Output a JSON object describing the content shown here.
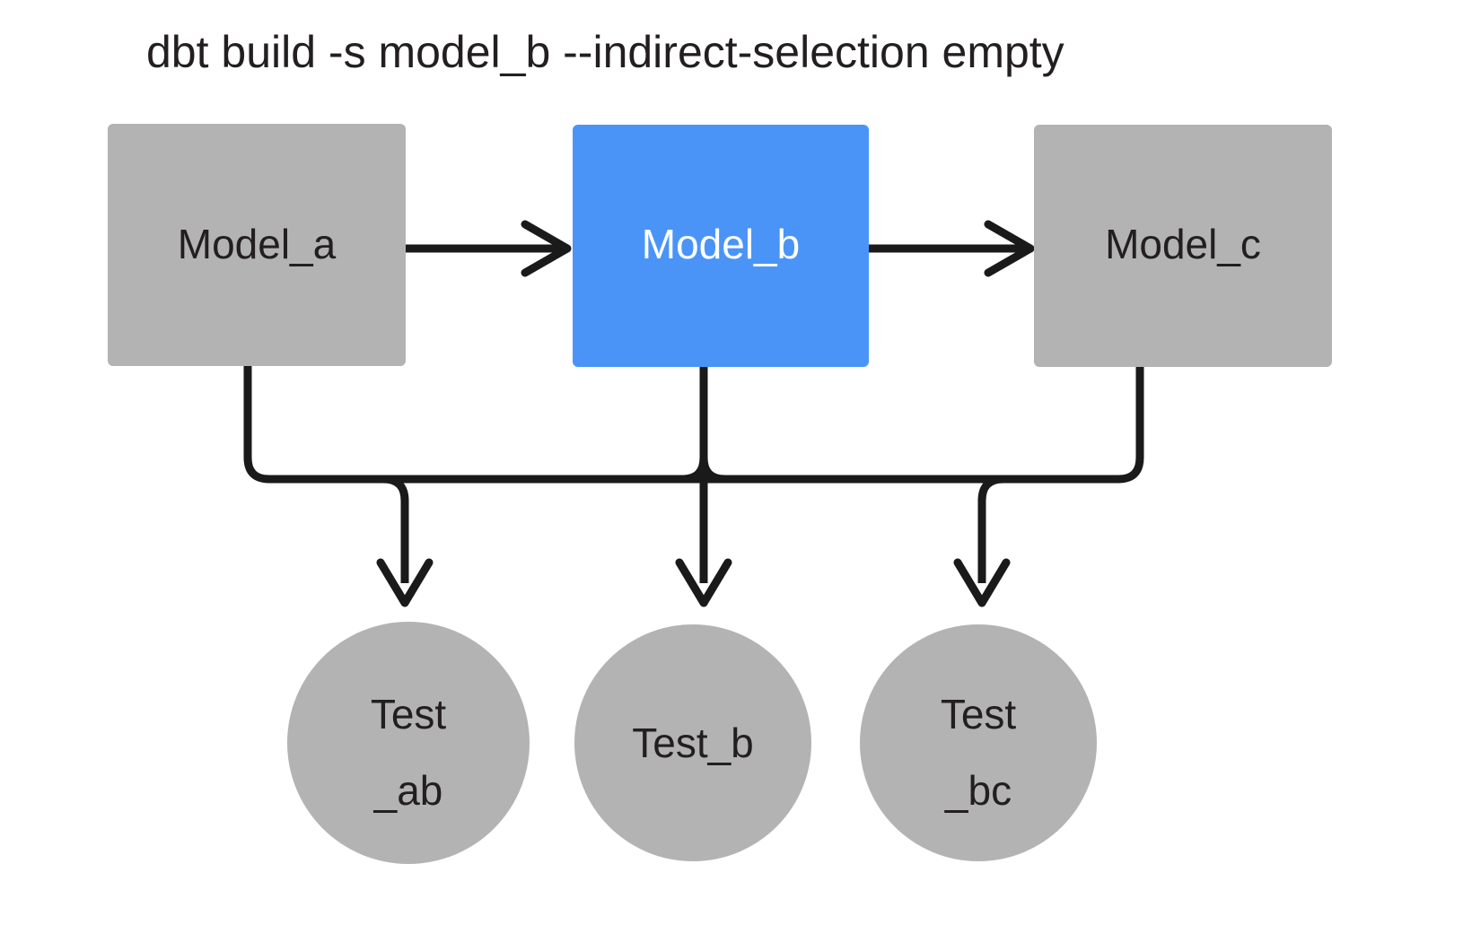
{
  "title": "dbt build -s model_b --indirect-selection empty",
  "colors": {
    "background": "#ffffff",
    "node_gray": "#b3b3b3",
    "node_selected_blue": "#4a94f8",
    "edge_black": "#1a1a1a",
    "text_dark": "#231f20",
    "text_light": "#ffffff"
  },
  "nodes": {
    "models": [
      {
        "id": "model_a",
        "label": "Model_a",
        "shape": "rectangle",
        "state": "unselected",
        "fill": "#b3b3b3",
        "text_color": "#231f20"
      },
      {
        "id": "model_b",
        "label": "Model_b",
        "shape": "rectangle",
        "state": "selected",
        "fill": "#4a94f8",
        "text_color": "#ffffff"
      },
      {
        "id": "model_c",
        "label": "Model_c",
        "shape": "rectangle",
        "state": "unselected",
        "fill": "#b3b3b3",
        "text_color": "#231f20"
      }
    ],
    "tests": [
      {
        "id": "test_ab",
        "label_lines": [
          "Test",
          "_ab"
        ],
        "shape": "circle",
        "state": "unselected",
        "fill": "#b3b3b3",
        "text_color": "#231f20"
      },
      {
        "id": "test_b",
        "label_lines": [
          "Test_b"
        ],
        "shape": "circle",
        "state": "unselected",
        "fill": "#b3b3b3",
        "text_color": "#231f20"
      },
      {
        "id": "test_bc",
        "label_lines": [
          "Test",
          "_bc"
        ],
        "shape": "circle",
        "state": "unselected",
        "fill": "#b3b3b3",
        "text_color": "#231f20"
      }
    ]
  },
  "edges": [
    {
      "id": "a-to-b",
      "from": "model_a",
      "to": "model_b",
      "style": "straight-right"
    },
    {
      "id": "b-to-c",
      "from": "model_b",
      "to": "model_c",
      "style": "straight-right"
    },
    {
      "id": "a-to-test-ab",
      "from": "model_a",
      "to": "test_ab",
      "style": "elbow-down"
    },
    {
      "id": "b-to-test-ab",
      "from": "model_b",
      "to": "test_ab",
      "style": "elbow-down"
    },
    {
      "id": "b-to-test-b",
      "from": "model_b",
      "to": "test_b",
      "style": "straight-down"
    },
    {
      "id": "b-to-test-bc",
      "from": "model_b",
      "to": "test_bc",
      "style": "elbow-down"
    },
    {
      "id": "c-to-test-bc",
      "from": "model_c",
      "to": "test_bc",
      "style": "elbow-down"
    }
  ]
}
